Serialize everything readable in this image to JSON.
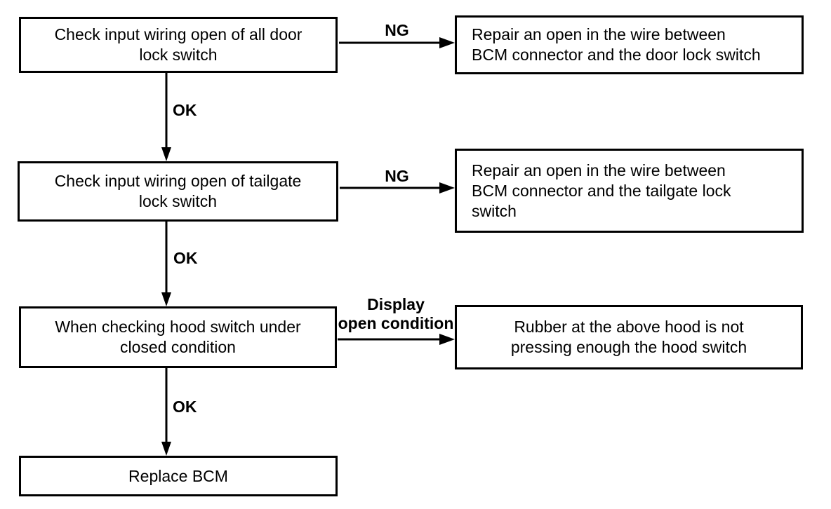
{
  "flowchart": {
    "colors": {
      "ink": "#000000",
      "background": "#ffffff"
    },
    "boxes": [
      {
        "name": "check-door-lock-switch",
        "text": "Check input wiring open of all door\nlock switch"
      },
      {
        "name": "repair-door-lock-wire",
        "text": "Repair an open in the wire between\nBCM connector and the door lock switch"
      },
      {
        "name": "check-tailgate-lock-switch",
        "text": "Check input wiring open of tailgate\nlock switch"
      },
      {
        "name": "repair-tailgate-lock-wire",
        "text": "Repair an open in the wire between\nBCM connector and the tailgate lock\nswitch"
      },
      {
        "name": "check-hood-switch",
        "text": "When checking hood switch under\nclosed condition"
      },
      {
        "name": "rubber-hood-not-pressing",
        "text": "Rubber at the above hood is not\npressing enough the hood switch"
      },
      {
        "name": "replace-bcm",
        "text": "Replace BCM"
      }
    ],
    "edge_labels": [
      {
        "name": "ng-door-lock",
        "text": "NG"
      },
      {
        "name": "ok-door-lock",
        "text": "OK"
      },
      {
        "name": "ng-tailgate-lock",
        "text": "NG"
      },
      {
        "name": "ok-tailgate-lock",
        "text": "OK"
      },
      {
        "name": "display-open-condition",
        "text": "Display\nopen condition"
      },
      {
        "name": "ok-hood-switch",
        "text": "OK"
      }
    ]
  }
}
